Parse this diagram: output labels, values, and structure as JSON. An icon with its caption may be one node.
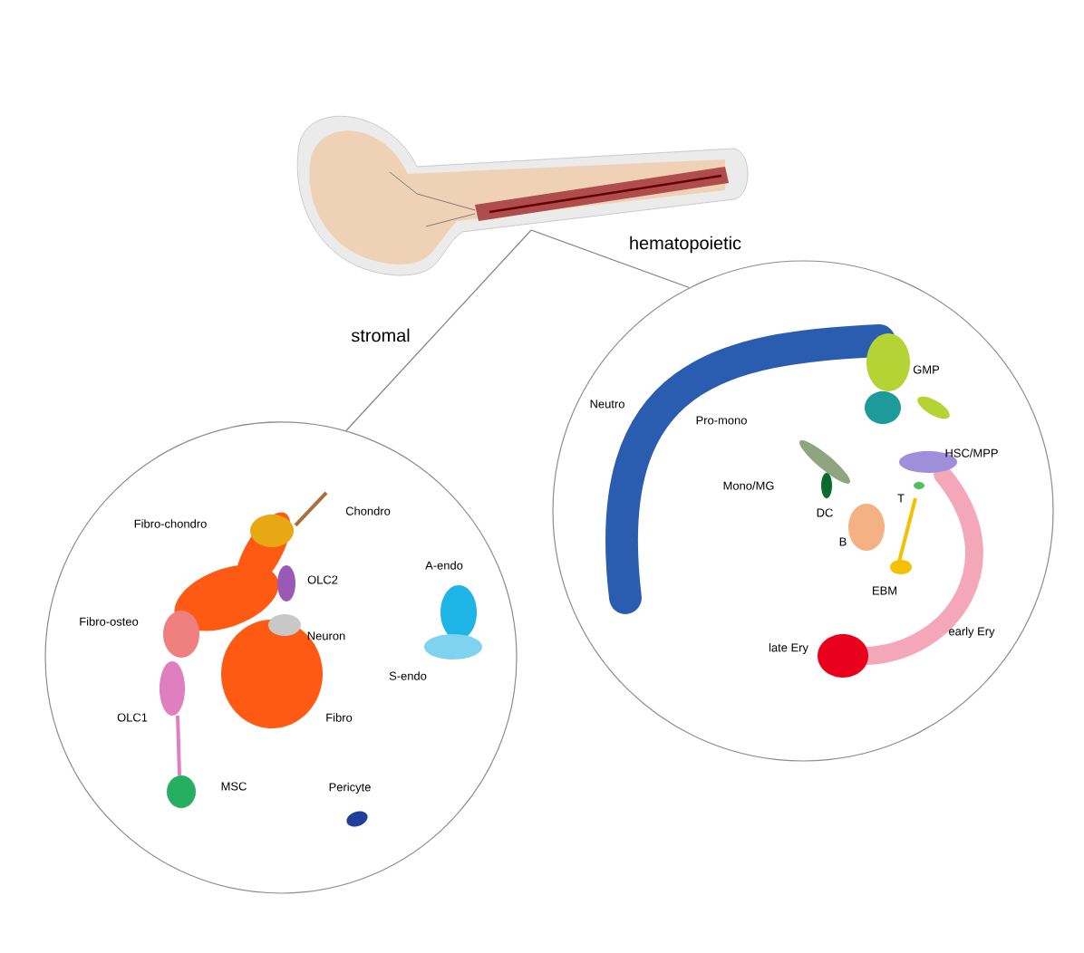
{
  "diagram": {
    "nodes": [
      {
        "text": [],
        "shape": "picture"
      },
      {
        "text": [
          "Chondro",
          "Fibro-chondro",
          "OLC2",
          "A-endo",
          "Fibro-osteo",
          "Neuron",
          "S-endo",
          "OLC1",
          "Fibro",
          "MSC",
          "Pericyte"
        ]
      },
      {
        "text": [
          "GMP",
          "Neutro",
          "Pro-mono",
          "HSC/MPP",
          "Mono/MG",
          "T",
          "DC",
          "B",
          "EBM",
          "early Ery",
          "late Ery"
        ]
      }
    ],
    "edges": [
      {
        "from": 0,
        "to": 1,
        "arrow": "none"
      },
      {
        "from": 0,
        "to": 2,
        "arrow": "none"
      }
    ],
    "labels": [
      "hematopoietic",
      "stromal"
    ]
  }
}
